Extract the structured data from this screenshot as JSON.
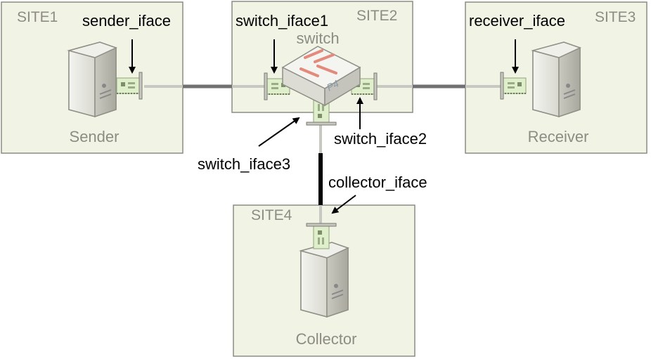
{
  "colors": {
    "site_fill": "#f1f4e5",
    "site_border": "#8c8c84",
    "link_dark": "#707070",
    "link_black": "#000000",
    "nic_fill": "#dfeecb",
    "switch_arrow": "#e38a7c"
  },
  "sites": [
    {
      "label": "SITE1",
      "node_label": "Sender",
      "icon": "server-icon"
    },
    {
      "label": "SITE2",
      "node_label": "switch",
      "icon": "p4-switch-icon"
    },
    {
      "label": "SITE3",
      "node_label": "Receiver",
      "icon": "server-icon"
    },
    {
      "label": "SITE4",
      "node_label": "Collector",
      "icon": "server-icon"
    }
  ],
  "switch_badge": "P4",
  "interfaces": {
    "sender": "sender_iface",
    "switch1": "switch_iface1",
    "switch2": "switch_iface2",
    "switch3": "switch_iface3",
    "receiver": "receiver_iface",
    "collector": "collector_iface"
  }
}
